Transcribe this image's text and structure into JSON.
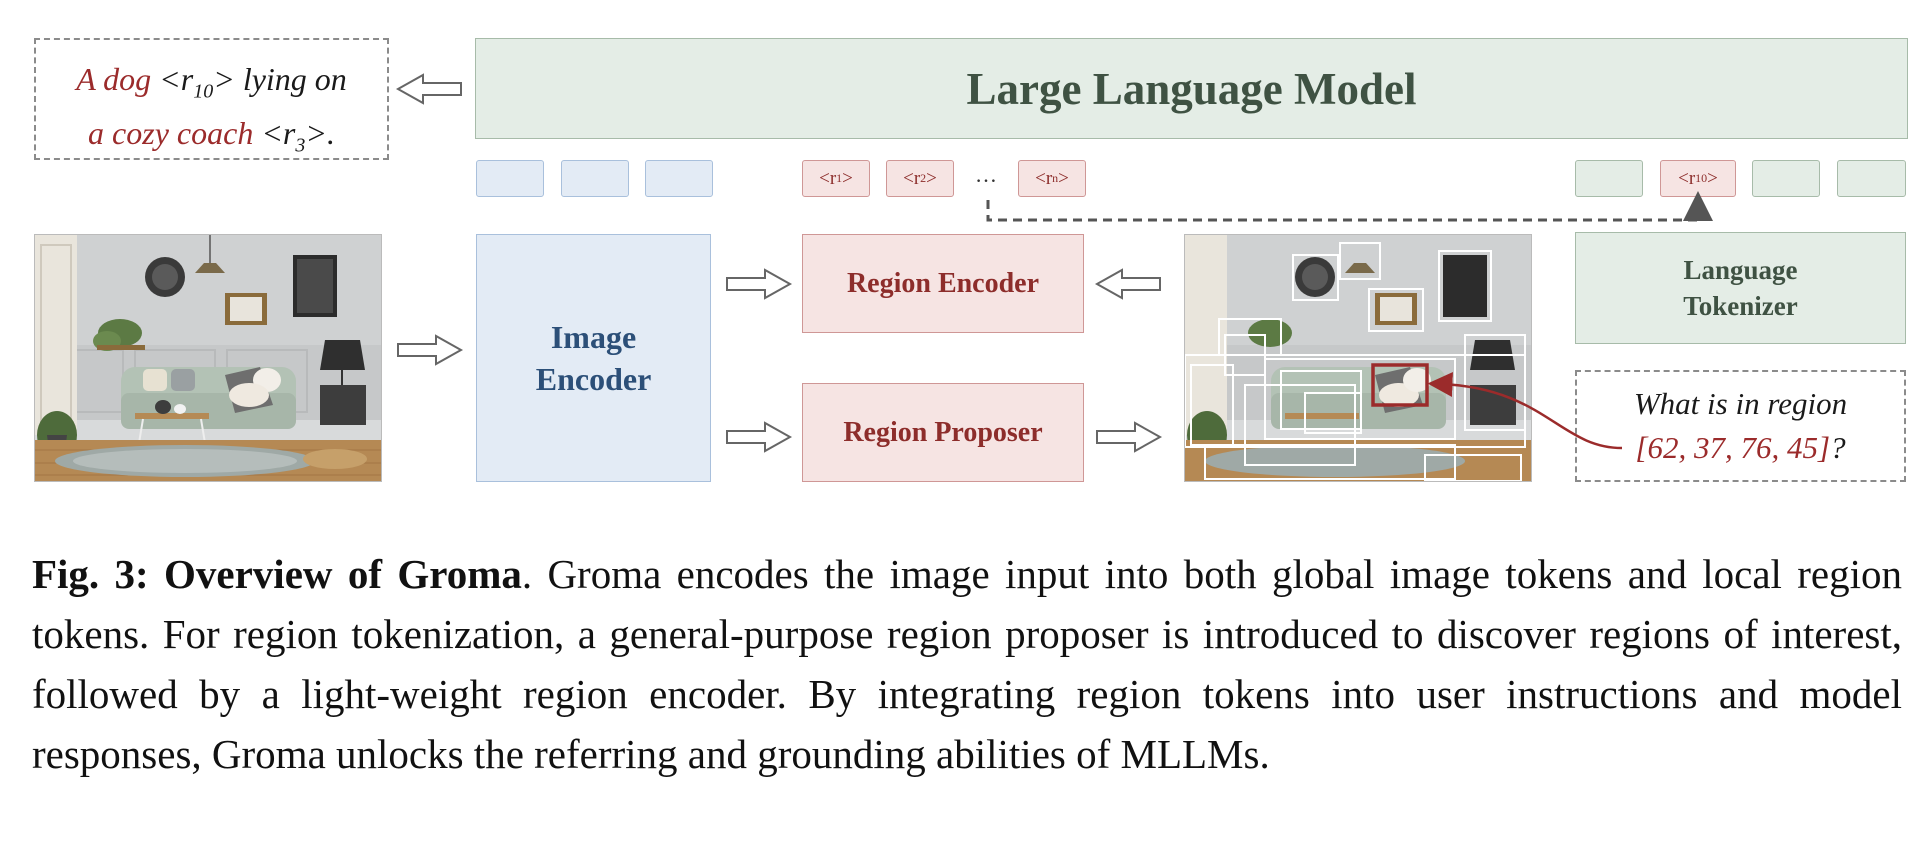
{
  "llm_label": "Large Language Model",
  "response": {
    "part1": "A dog",
    "tok1_open": " <r",
    "tok1_sub": "10",
    "tok1_close": "> ",
    "part2": "lying on",
    "part3": "a cozy coach",
    "tok2_open": " <r",
    "tok2_sub": "3",
    "tok2_close": ">."
  },
  "region_tokens": {
    "r1": {
      "base": "<r",
      "sub": "1",
      "end": ">"
    },
    "r2": {
      "base": "<r",
      "sub": "2",
      "end": ">"
    },
    "rn": {
      "base": "<r",
      "sub": "n",
      "end": ">"
    },
    "r10": {
      "base": "<r",
      "sub": "10",
      "end": ">"
    }
  },
  "ellipsis": "…",
  "image_encoder": {
    "line1": "Image",
    "line2": "Encoder"
  },
  "region_encoder": "Region Encoder",
  "region_proposer": "Region Proposer",
  "language_tokenizer": {
    "line1": "Language",
    "line2": "Tokenizer"
  },
  "question": {
    "line1": "What is in region",
    "coords": "[62, 37, 76, 45]",
    "qmark": "?"
  },
  "caption": {
    "fig_label": "Fig. 3: Overview of Groma",
    "text": ". Groma encodes the image input into both global image tokens and local region tokens. For region tokenization, a general-purpose region proposer is introduced to discover regions of interest, followed by a light-weight region encoder. By integrating region tokens into user instructions and model responses, Groma unlocks the referring and grounding abilities of MLLMs."
  },
  "colors": {
    "green_fill": "#e4ede6",
    "blue_fill": "#e3ebf5",
    "red_fill": "#f6e4e3",
    "accent_red": "#9b2b2b"
  },
  "icons": [
    "hollow-arrow-icon",
    "dashed-connector-icon",
    "curved-arrow-icon",
    "bounding-box-icon"
  ]
}
